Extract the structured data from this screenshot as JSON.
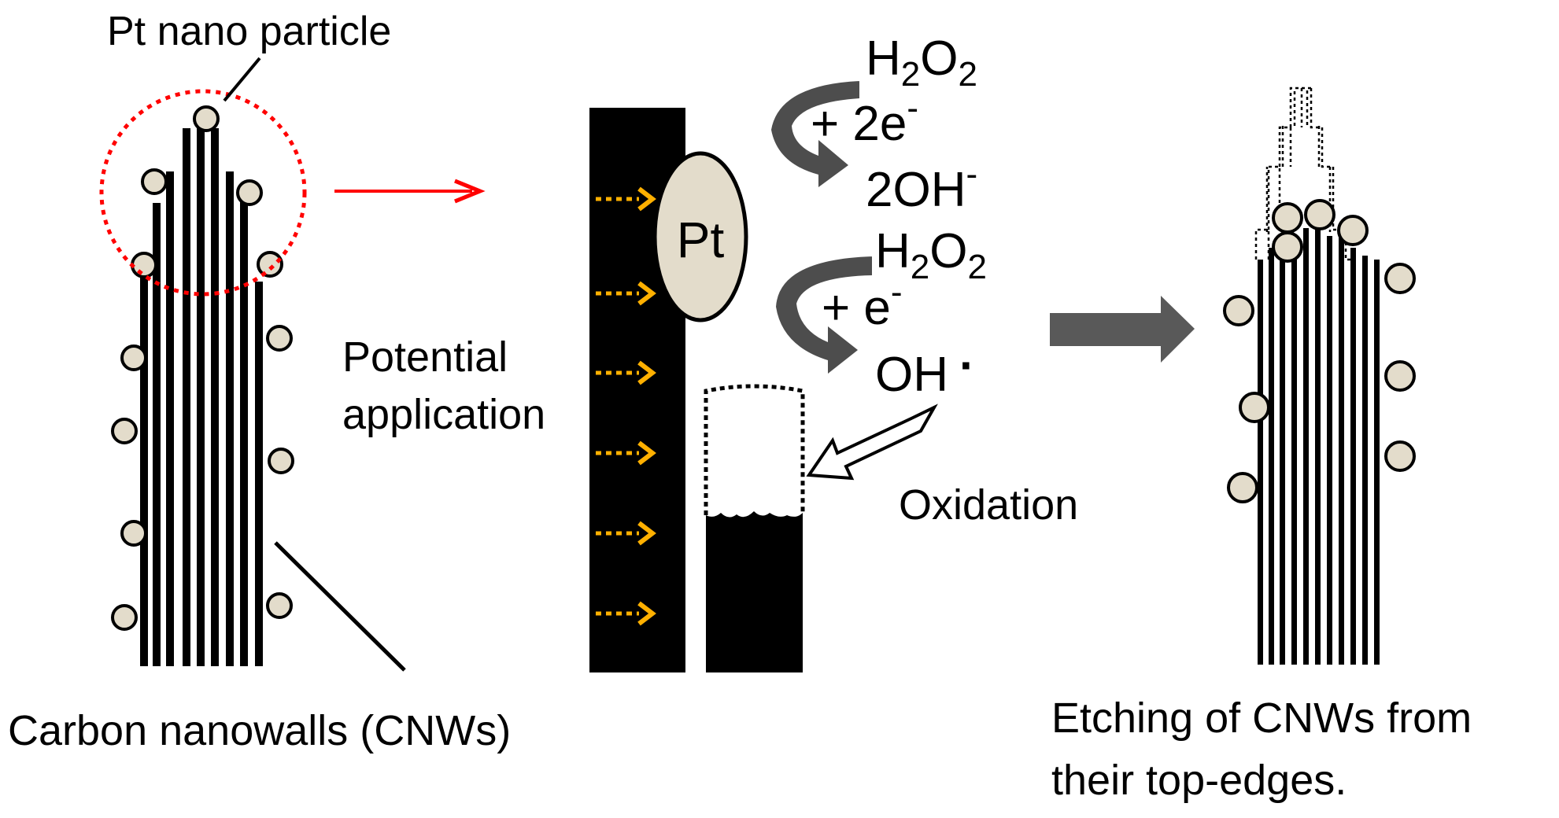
{
  "labels": {
    "pt_nano_particle": "Pt nano particle",
    "carbon_nanowalls": "Carbon nanowalls (CNWs)",
    "potential_line1": "Potential",
    "potential_line2": "application",
    "pt": "Pt",
    "oxidation": "Oxidation",
    "etching_line1": "Etching of CNWs from",
    "etching_line2": "their top-edges."
  },
  "reactions": {
    "r1_top_main": "H",
    "r1_top_sub": "2",
    "r1_top_main2": "O",
    "r1_top_sub2": "2",
    "r1_plus": "+ 2e",
    "r1_plus_sup": "-",
    "r1_product": "2OH",
    "r1_product_sup": "-",
    "r2_top_main": "H",
    "r2_top_sub": "2",
    "r2_top_main2": "O",
    "r2_top_sub2": "2",
    "r2_plus": "+ e",
    "r2_plus_sup": "-",
    "r2_product": "OH",
    "r2_radical": "·"
  },
  "colors": {
    "wall": "#000000",
    "particle_fill": "#e3dccb",
    "particle_stroke": "#000000",
    "highlight_circle": "#ff0000",
    "zoom_arrow": "#ff0000",
    "flow_arrow": "#595959",
    "curved_arrow": "#4d4d4d",
    "potential_arrow": "#ffb000"
  },
  "icons": {
    "zoom_arrow": "right-arrow-icon",
    "process_arrow": "block-right-arrow-icon",
    "oxidation_arrow": "hollow-arrow-icon"
  }
}
